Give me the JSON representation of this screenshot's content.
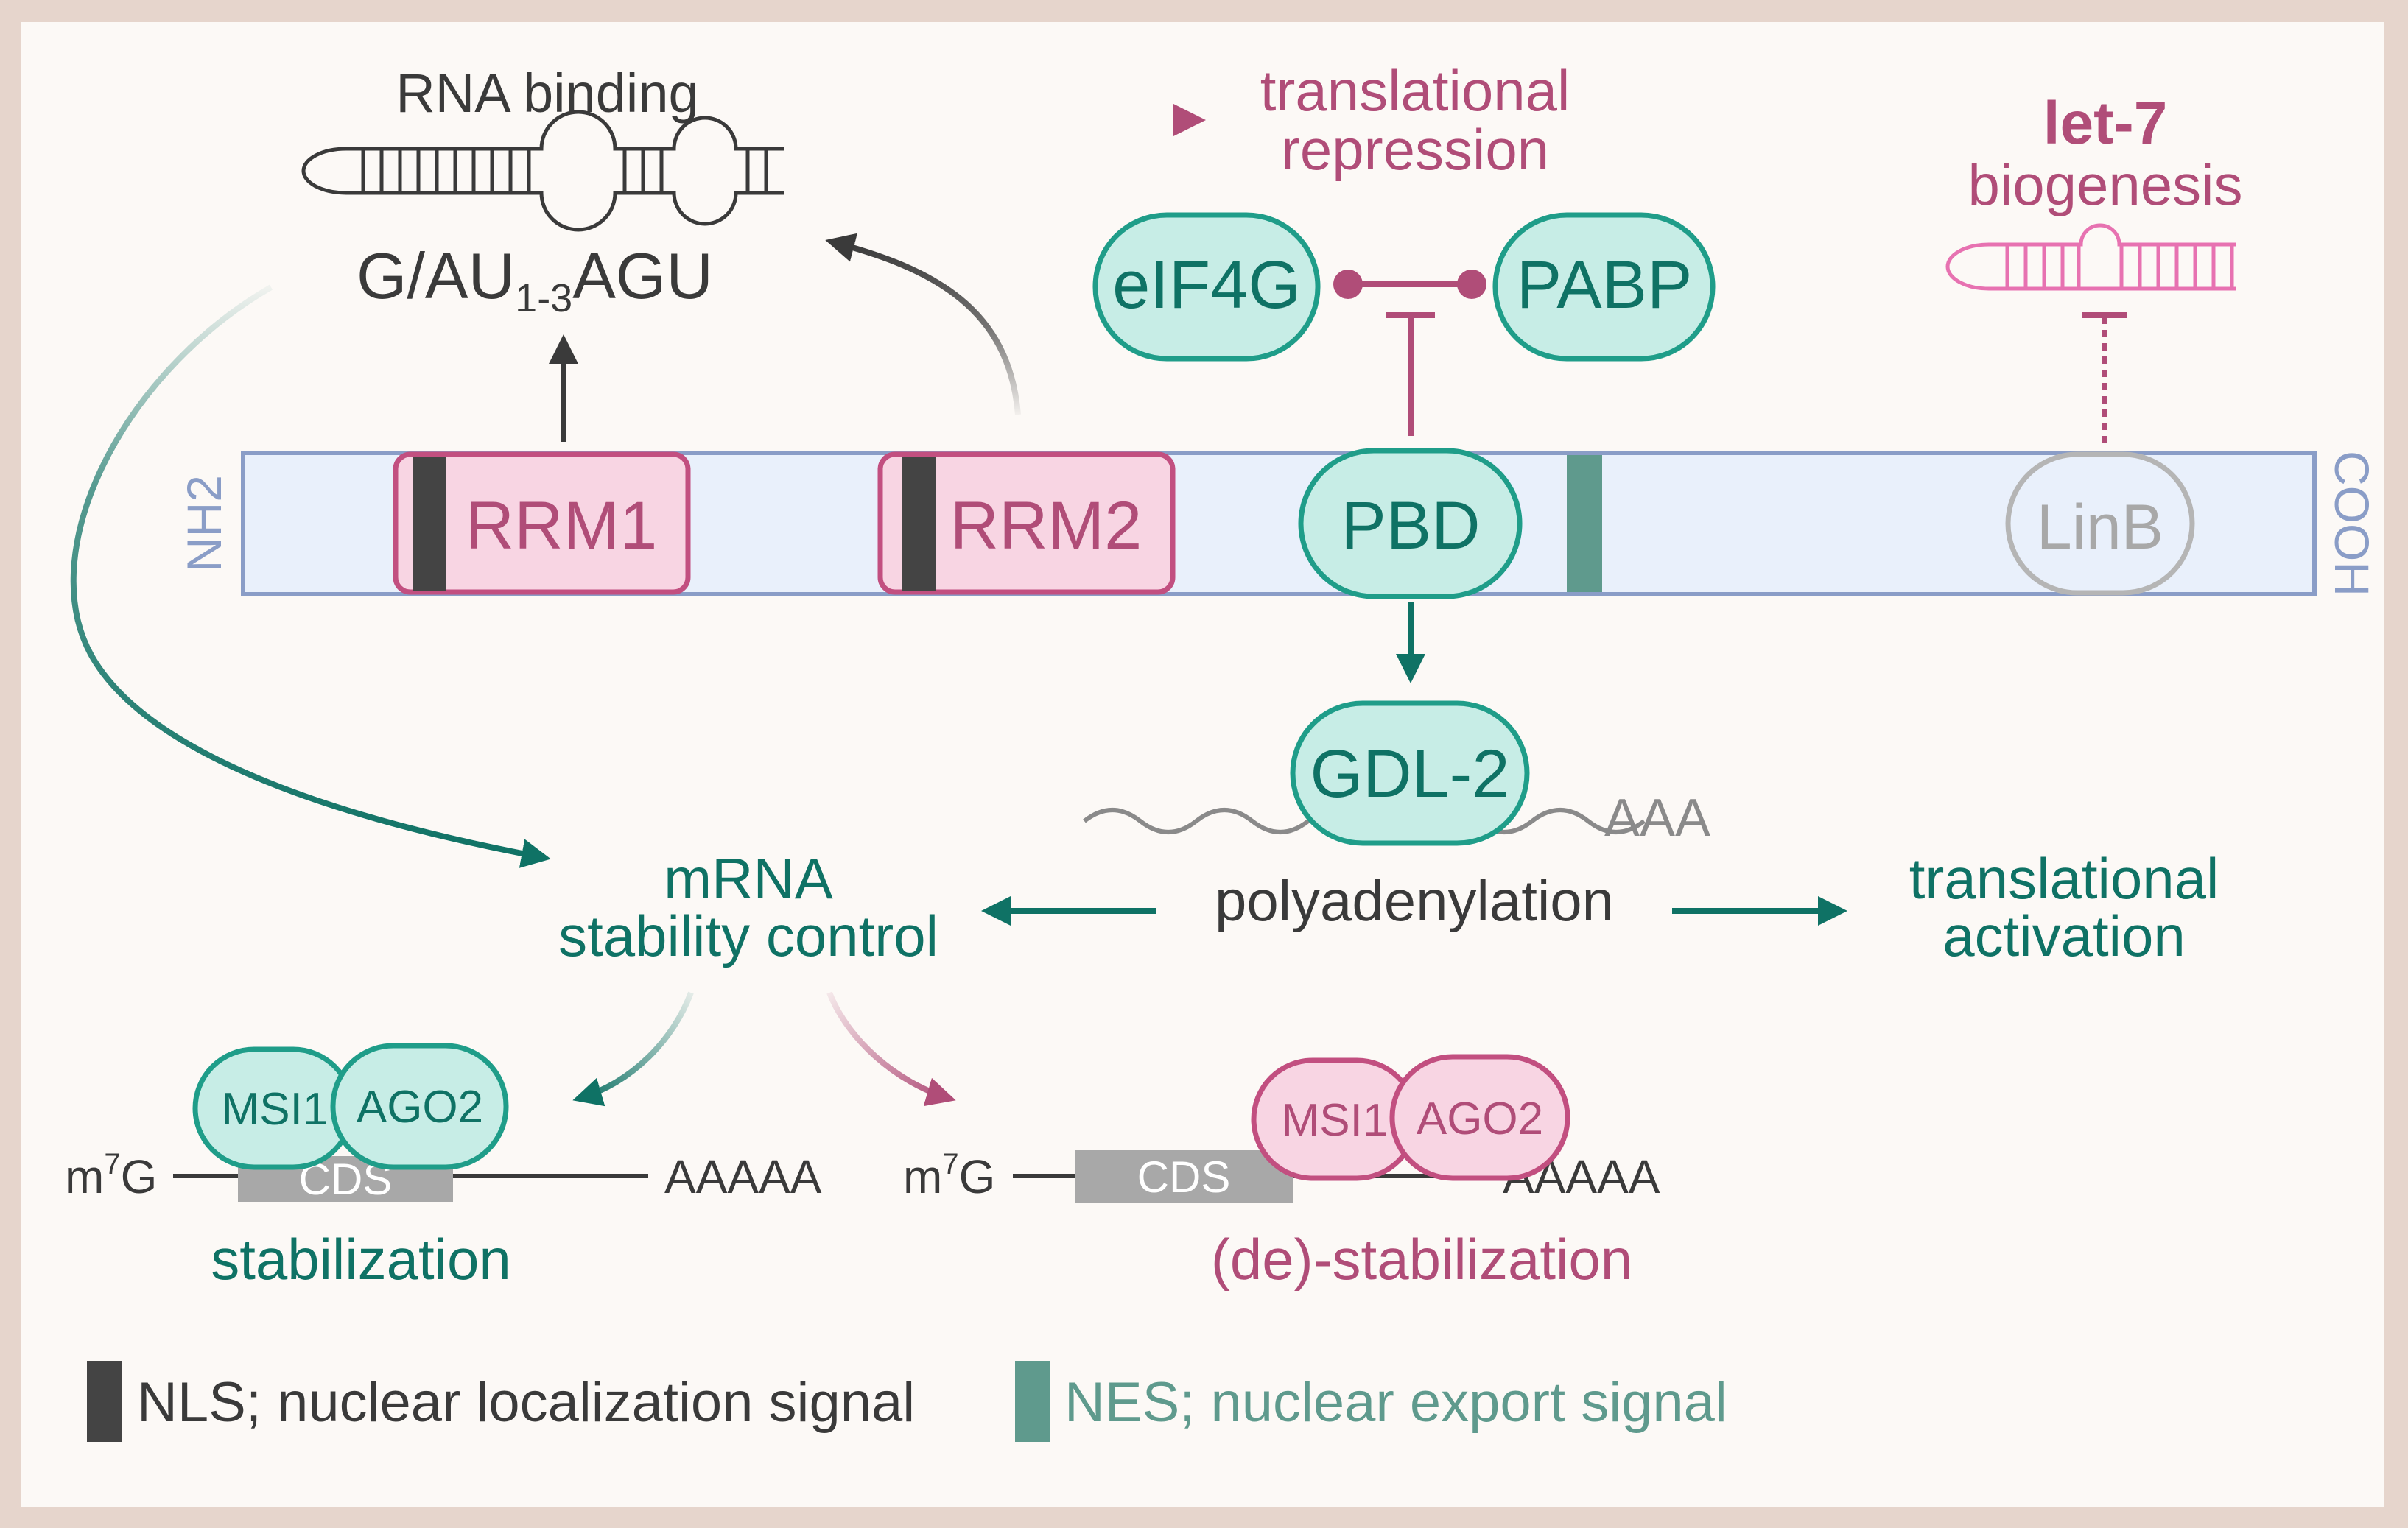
{
  "colors": {
    "frame_border": "#e6d5cc",
    "background": "#fcf9f6",
    "teal": "#0f7265",
    "teal_fill": "#c7ede6",
    "teal_stroke": "#1f9d89",
    "mauve": "#b04d78",
    "pink_fill": "#f8d5e3",
    "pink_stroke": "#c24f80",
    "protein_fill": "#e9f0fb",
    "protein_stroke": "#8a9dc7",
    "dark": "#3a3a3a",
    "gray": "#8a8a8a",
    "nls": "#444444",
    "nes": "#5f9a8d",
    "let7": "#e772b1",
    "linb_stroke": "#b5b5b5",
    "linb_text": "#a8a8a8"
  },
  "rna_binding": {
    "title": "RNA binding",
    "motif_prefix": "G/AU",
    "motif_subscript": "1-3",
    "motif_suffix": "AGU"
  },
  "translational_repression": {
    "line1": "translational",
    "line2": "repression"
  },
  "let7": {
    "bold_label": "let-7",
    "label": "biogenesis"
  },
  "factors": {
    "eif4g": "eIF4G",
    "pabp": "PABP"
  },
  "protein": {
    "n_terminus": "NH2",
    "c_terminus": "COOH",
    "rrm1": "RRM1",
    "rrm2": "RRM2",
    "pbd": "PBD",
    "linb": "LinB"
  },
  "gdl2": {
    "label": "GDL-2",
    "tail": "AAA"
  },
  "processes": {
    "mrna_stability_line1": "mRNA",
    "mrna_stability_line2": "stability control",
    "polyadenylation": "polyadenylation",
    "translational_activation_line1": "translational",
    "translational_activation_line2": "activation"
  },
  "mrna_left": {
    "cap_prefix": "m",
    "cap_superscript": "7",
    "cap_suffix": "G",
    "cds": "CDS",
    "polya": "AAAAA",
    "msi1": "MSI1",
    "ago2": "AGO2",
    "outcome": "stabilization"
  },
  "mrna_right": {
    "cap_prefix": "m",
    "cap_superscript": "7",
    "cap_suffix": "G",
    "cds": "CDS",
    "polya": "AAAAA",
    "msi1": "MSI1",
    "ago2": "AGO2",
    "outcome": "(de)-stabilization"
  },
  "legend": {
    "nls": "NLS; nuclear localization signal",
    "nes": "NES; nuclear export signal"
  }
}
